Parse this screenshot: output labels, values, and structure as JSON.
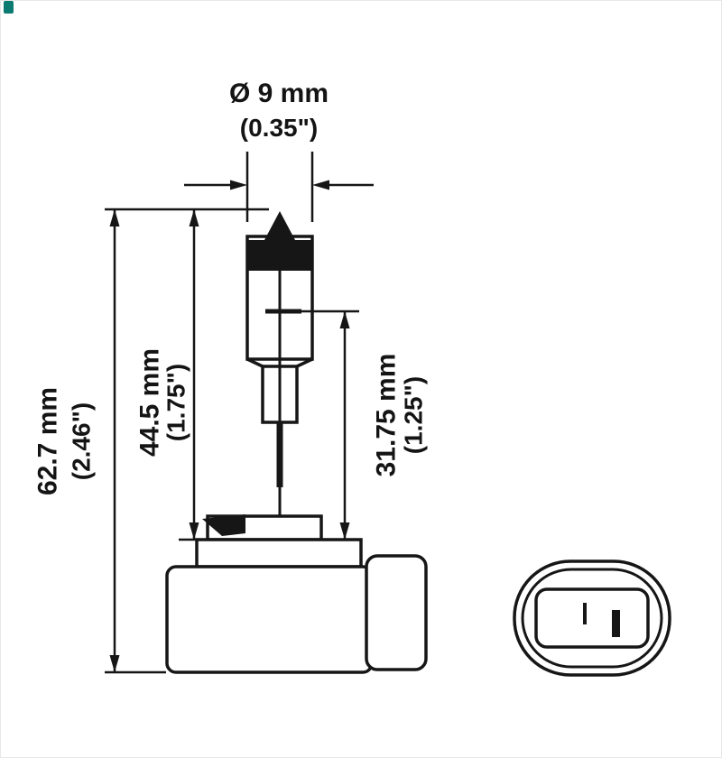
{
  "diagram": {
    "type": "bulb-technical-drawing",
    "accent_color": "#0c7b72",
    "line_color": "#161616"
  },
  "dimensions": {
    "diameter": {
      "metric": "Ø 9 mm",
      "imperial": "(0.35\")"
    },
    "overall_length": {
      "metric": "62.7 mm",
      "imperial": "(2.46\")"
    },
    "tip_to_base": {
      "metric": "44.5 mm",
      "imperial": "(1.75\")"
    },
    "filament_to_base": {
      "metric": "31.75 mm",
      "imperial": "(1.25\")"
    }
  }
}
